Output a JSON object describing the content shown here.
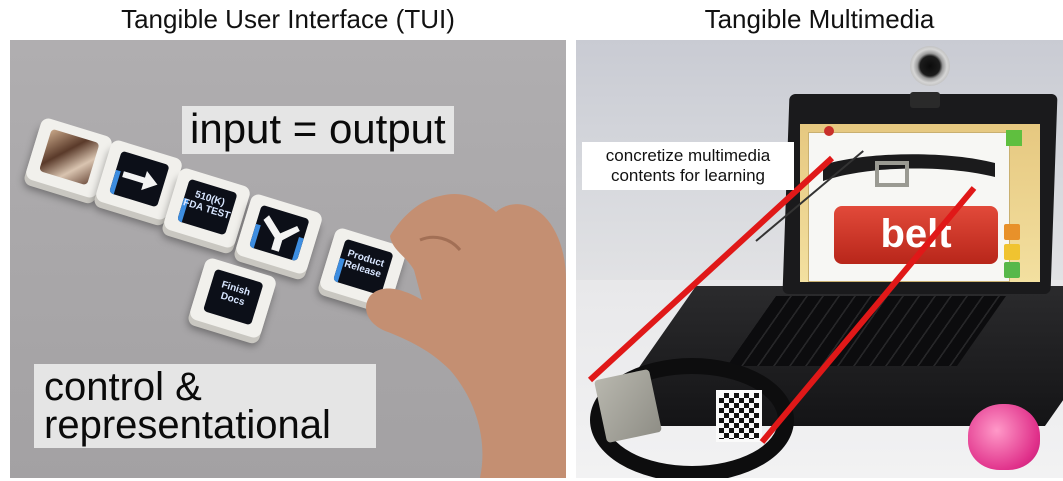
{
  "left_panel": {
    "title": "Tangible User Interface (TUI)",
    "label_io": "input = output",
    "label_ctrl_line1": "control &",
    "label_ctrl_line2": "representational",
    "tiles": {
      "fda": "510(K) FDA TEST",
      "product": "Product Release",
      "finish": "Finish Docs"
    }
  },
  "right_panel": {
    "title": "Tangible Multimedia",
    "label_concretize_line1": "concretize multimedia",
    "label_concretize_line2": "contents for learning",
    "screen_word": "belt"
  },
  "colors": {
    "annotation_line": "#e01818",
    "word_button": "#c8301f",
    "screen_frame": "#e8c97a"
  },
  "icons": [
    "photo-tile-icon",
    "arrow-right-icon",
    "split-arrow-icon",
    "webcam-icon",
    "back-arrow-icon"
  ]
}
